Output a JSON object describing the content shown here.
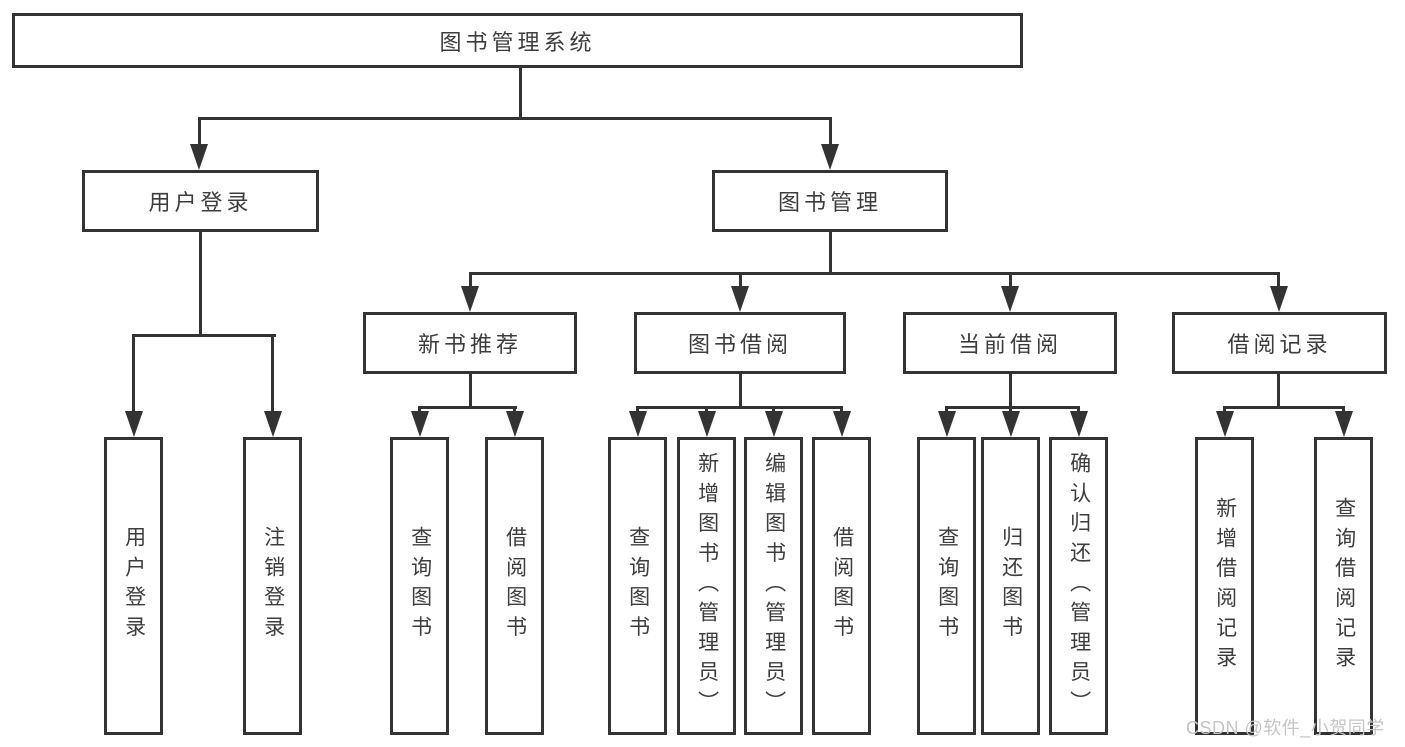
{
  "nodes": {
    "root": "图书管理系统",
    "level2": {
      "user_login": "用户登录",
      "book_mgmt": "图书管理"
    },
    "level3": {
      "new_book_rec": "新书推荐",
      "book_borrow": "图书借阅",
      "current_borrow": "当前借阅",
      "borrow_records": "借阅记录"
    },
    "leaves": {
      "user_login": "用户登录",
      "logout": "注销登录",
      "nb_query_book": "查询图书",
      "nb_borrow_book": "借阅图书",
      "bb_query_book": "查询图书",
      "bb_add_book": "新增图书（管理员）",
      "bb_edit_book": "编辑图书（管理员）",
      "bb_borrow_book": "借阅图书",
      "cb_query_book": "查询图书",
      "cb_return_book": "归还图书",
      "cb_confirm_return": "确认归还（管理员）",
      "br_add_record": "新增借阅记录",
      "br_query_record": "查询借阅记录"
    }
  },
  "watermark": "CSDN @软件_小贺同学",
  "colors": {
    "line": "#333333",
    "text": "#3d3d3d",
    "watermark": "#c6c6c6",
    "background": "#ffffff"
  }
}
